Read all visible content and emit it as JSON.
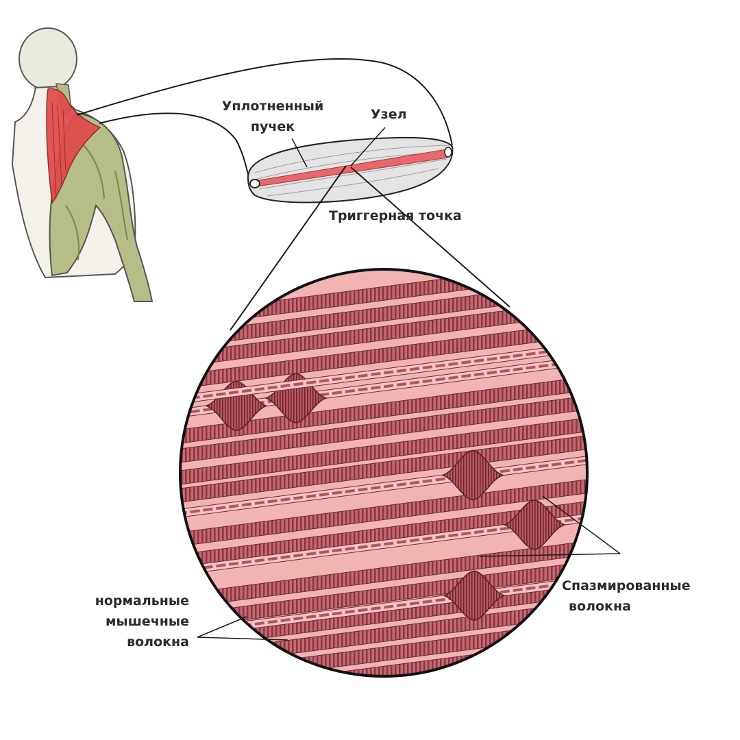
{
  "labels": {
    "compact_bundle": [
      "Уплотненный",
      "пучек"
    ],
    "knot": "Узел",
    "trigger_point": "Триггерная точка",
    "normal_fibers": [
      "нормальные",
      "мышечные",
      "волокна"
    ],
    "spasmed_fibers": [
      "Спазмированные",
      "волокна"
    ]
  },
  "colors": {
    "muscle_red": "#d9595c",
    "trapezius_highlight": "#e04a4a",
    "body_green": "#b8c08a",
    "fiber_light": "#f0a8a8",
    "fiber_dark": "#b05560",
    "fiber_stripe": "#7a2c36",
    "outline": "#1a1a1a"
  },
  "diagram": {
    "normal_fiber_count": 17,
    "spasm_fiber_count": 5,
    "nodes_per_spasm_fiber": [
      2,
      1,
      1,
      1
    ]
  }
}
